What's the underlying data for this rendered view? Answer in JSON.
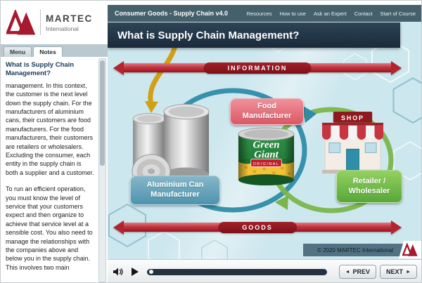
{
  "brand": {
    "name": "MARTEC",
    "subtitle": "International"
  },
  "topbar": {
    "title": "Consumer Goods - Supply Chain v4.0",
    "links": [
      "Resources",
      "How to use",
      "Ask an Expert",
      "Contact",
      "Start of Course"
    ]
  },
  "sidebar": {
    "tabs": {
      "menu": "Menu",
      "notes": "Notes"
    },
    "notes_heading": "What is Supply Chain Management?",
    "notes_paragraphs": [
      "management. In this context, the customer is the next level down the supply chain. For the manufacturers of aluminium cans, their customers are food manufacturers. For the food manufacturers, their customers are retailers or wholesalers. Excluding the consumer, each entity in the supply chain is both a supplier and a customer.",
      "To run an efficient operation, you must know the level of service that your customers expect and then organize to achieve that service level at a sensible cost. You also need to manage the relationships with the companies above and below you in the supply chain. This involves two main"
    ]
  },
  "stage": {
    "title": "What is Supply Chain Management?",
    "banners": {
      "information": "INFORMATION",
      "goods": "GOODS"
    },
    "entities": {
      "aluminium": "Aluminium Can Manufacturer",
      "food": "Food Manufacturer",
      "retailer": "Retailer / Wholesaler"
    },
    "product": {
      "line1": "Green",
      "line2": "Giant",
      "badge": "ORIGINAL"
    },
    "shop_sign": "SHOP",
    "copyright": "© 2020 MARTEC International"
  },
  "player": {
    "prev": "PREV",
    "next": "NEXT",
    "prev_arrow": "◄",
    "next_arrow": "►"
  },
  "colors": {
    "accent_red": "#b5242e",
    "banner_label_bg": "#8d1620",
    "teal_label": "#4e93ad",
    "pink_label": "#dc5a68",
    "green_label": "#58a839",
    "stage_bg": "#cde7ee",
    "topbar_bg": "#45606b",
    "title_bg": "#1f3044",
    "flow_teal": "#2f8ca6",
    "flow_green": "#7bb54a",
    "flow_yellow": "#d2a017"
  }
}
